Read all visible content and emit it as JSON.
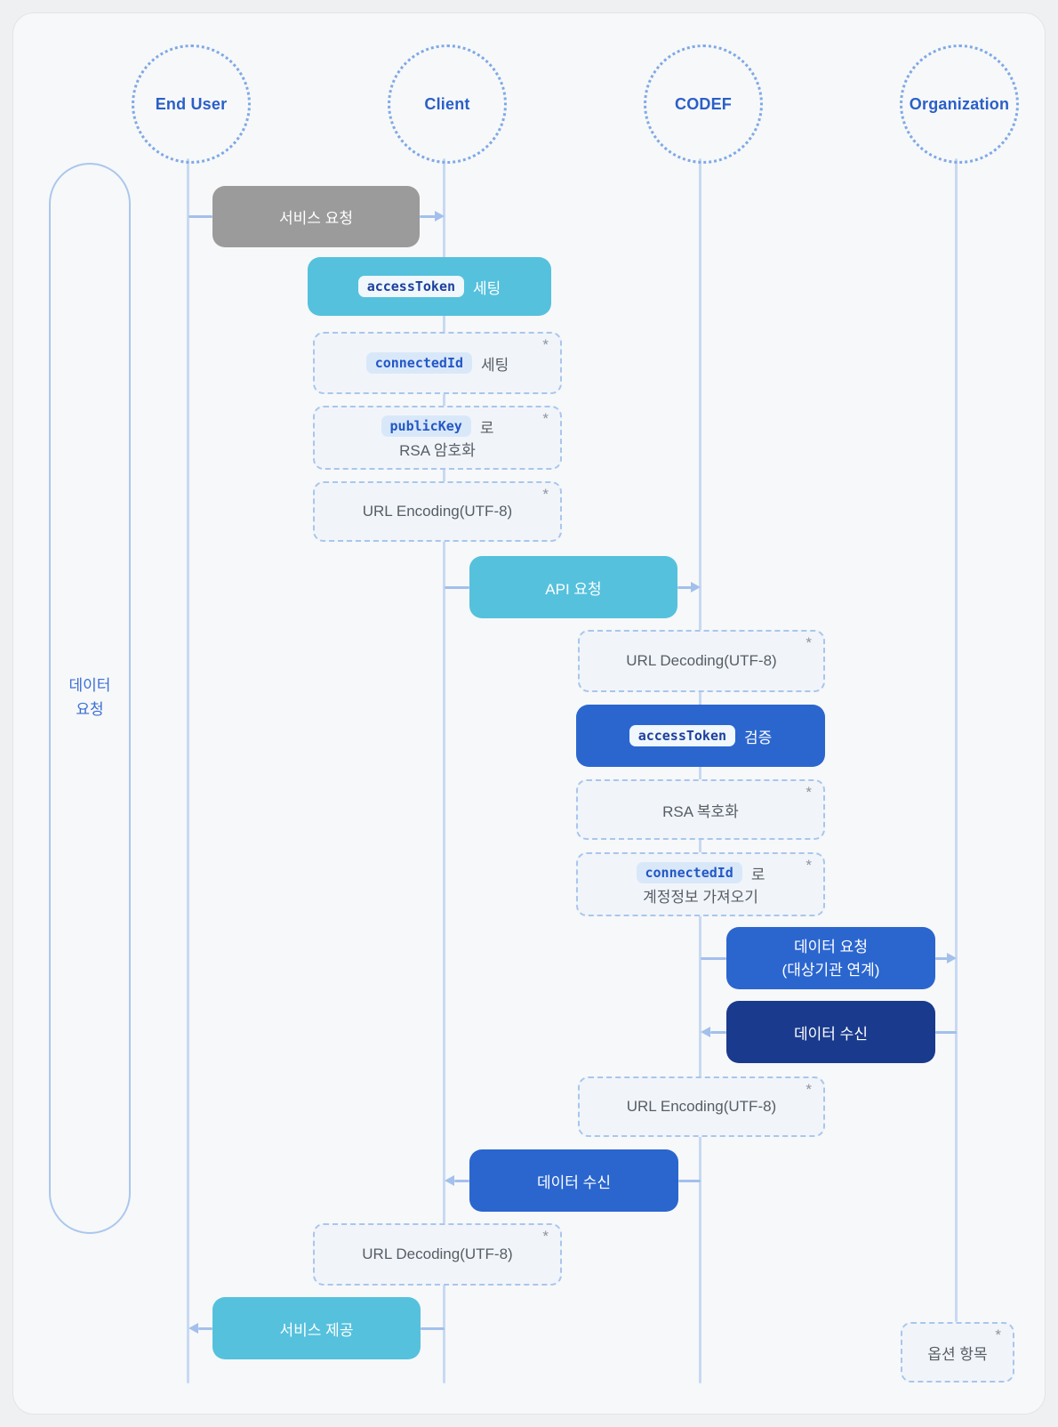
{
  "diagram": {
    "actors": [
      {
        "label": "End User"
      },
      {
        "label": "Client"
      },
      {
        "label": "CODEF"
      },
      {
        "label": "Organization"
      }
    ],
    "group": {
      "label_line1": "데이터",
      "label_line2": "요청"
    },
    "steps": {
      "service_request": {
        "label": "서비스 요청"
      },
      "access_token_set": {
        "code": "accessToken",
        "label": "세팅"
      },
      "connected_id_set": {
        "code": "connectedId",
        "label": "세팅",
        "marker": "*"
      },
      "public_key_encrypt": {
        "code": "publicKey",
        "label": "로",
        "label2": "RSA 암호화",
        "marker": "*"
      },
      "url_encoding_client": {
        "label": "URL Encoding(UTF-8)",
        "marker": "*"
      },
      "api_request": {
        "label": "API 요청"
      },
      "url_decoding_codef": {
        "label": "URL Decoding(UTF-8)",
        "marker": "*"
      },
      "access_token_verify": {
        "code": "accessToken",
        "label": "검증"
      },
      "rsa_decrypt": {
        "label": "RSA 복호화",
        "marker": "*"
      },
      "connected_id_fetch": {
        "code": "connectedId",
        "label": "로",
        "label2": "계정정보 가져오기",
        "marker": "*"
      },
      "data_request_org": {
        "label": "데이터 요청",
        "label2": "(대상기관 연계)"
      },
      "data_receive_from_org": {
        "label": "데이터 수신"
      },
      "url_encoding_codef": {
        "label": "URL Encoding(UTF-8)",
        "marker": "*"
      },
      "data_receive_client": {
        "label": "데이터 수신"
      },
      "url_decoding_client": {
        "label": "URL Decoding(UTF-8)",
        "marker": "*"
      },
      "service_provide": {
        "label": "서비스 제공"
      },
      "legend_optional": {
        "label": "옵션 항목",
        "marker": "*"
      }
    },
    "colors": {
      "gray_step": "#9b9b9b",
      "cyan_step": "#55c1dd",
      "blue_step": "#2b66cf",
      "navy_step": "#1a3a8d",
      "dashed_border": "#a9c6ec",
      "lifeline": "#c7d9f3",
      "arrow": "#a3c0ec",
      "actor_text": "#2a5fc8"
    }
  }
}
